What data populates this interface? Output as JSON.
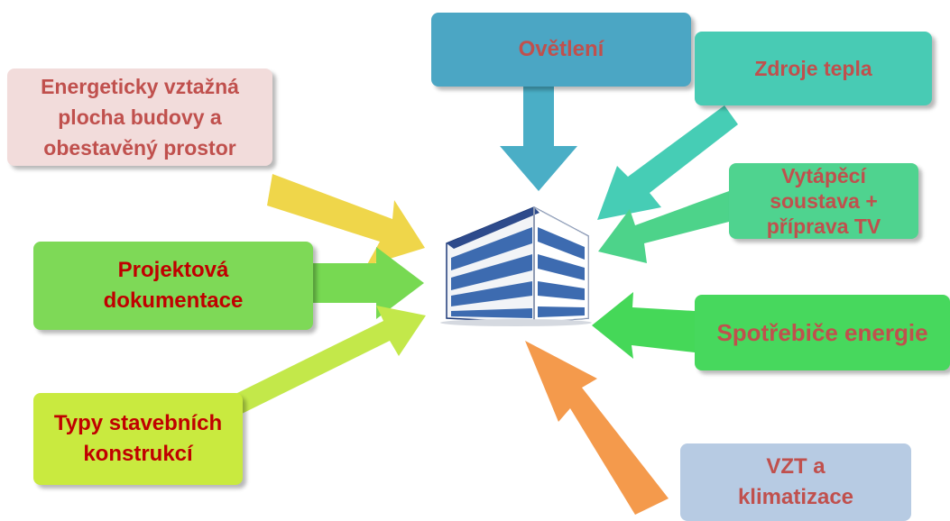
{
  "diagram": {
    "center": {
      "icon": "office-building-icon"
    },
    "boxes": {
      "area": {
        "lines": [
          "Energeticky vztažná",
          "plocha budovy a",
          "obestavěný prostor"
        ],
        "color": "#f2dcdb",
        "text_color": "#c0504d"
      },
      "proj": {
        "lines": [
          "Projektová",
          "dokumentace"
        ],
        "color": "#7ed957",
        "text_color": "#c00000"
      },
      "typy": {
        "lines": [
          "Typy stavebních",
          "konstrukcí"
        ],
        "color": "#c9ea3f",
        "text_color": "#c00000"
      },
      "ovet": {
        "lines": [
          "Ovětlení"
        ],
        "color": "#4ba6c4",
        "text_color": "#c0504d"
      },
      "zdroje": {
        "lines": [
          "Zdroje tepla"
        ],
        "color": "#48cbb4",
        "text_color": "#c0504d"
      },
      "vytap": {
        "lines": [
          "Vytápěcí",
          "soustava +",
          "příprava TV"
        ],
        "color": "#4fd38f",
        "text_color": "#c0504d"
      },
      "spot": {
        "lines": [
          "Spotřebiče energie"
        ],
        "color": "#47d85d",
        "text_color": "#c0504d"
      },
      "vzt": {
        "lines": [
          "VZT a",
          "klimatizace"
        ],
        "color": "#b7cbe3",
        "text_color": "#c0504d"
      }
    },
    "arrow_colors": {
      "area": "#efd64a",
      "proj": "#77d952",
      "typy": "#c3e84a",
      "ovet": "#4aaec6",
      "zdroje": "#46cdb5",
      "vytap": "#4dd38a",
      "spot": "#45d858",
      "vzt": "#f49a4c"
    }
  }
}
